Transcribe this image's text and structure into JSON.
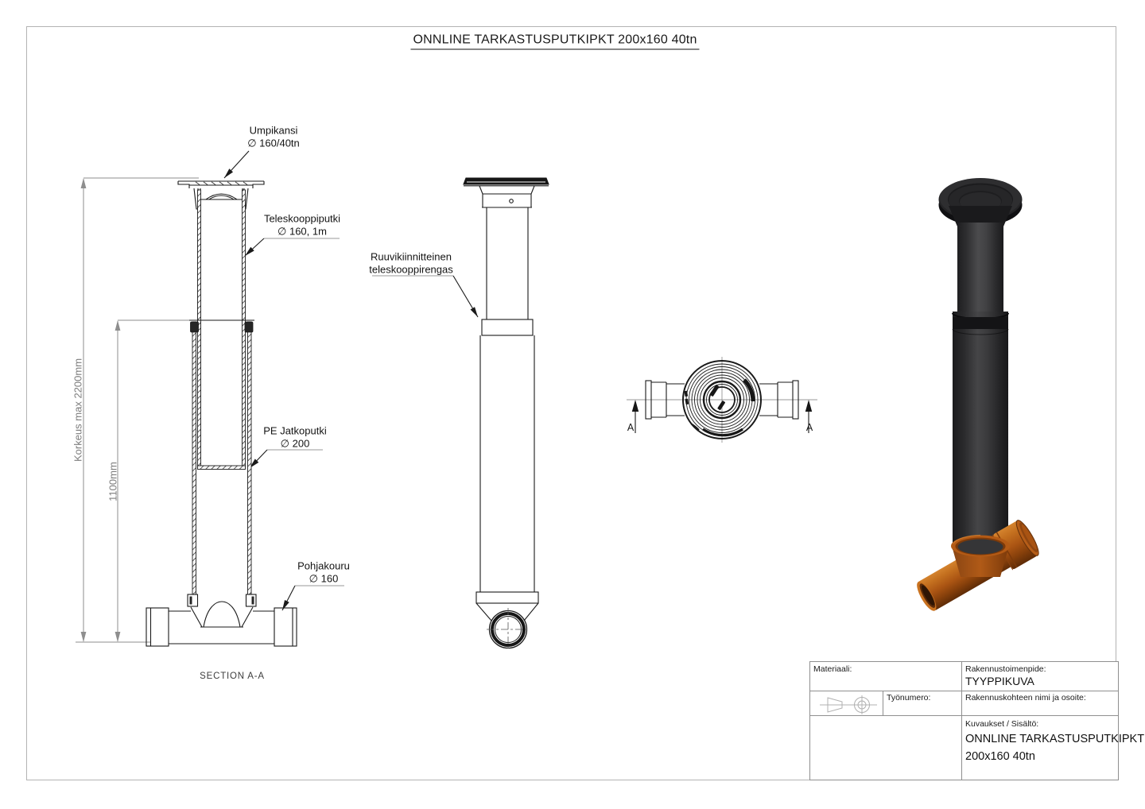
{
  "page": {
    "title": "ONNLINE TARKASTUSPUTKIPKT 200x160 40tn"
  },
  "callouts": {
    "umpikansi_line1": "Umpikansi",
    "umpikansi_line2": "∅ 160/40tn",
    "teleskooppiputki_line1": "Teleskooppiputki",
    "teleskooppiputki_line2": "∅ 160, 1m",
    "teleskooppirengas_line1": "Ruuvikiinnitteinen",
    "teleskooppirengas_line2": "teleskooppirengas",
    "pe_jatkoputki_line1": "PE Jatkoputki",
    "pe_jatkoputki_line2": "∅ 200",
    "pohjakouru_line1": "Pohjakouru",
    "pohjakouru_line2": "∅ 160"
  },
  "dimensions": {
    "max_height": "Korkeus max 2200mm",
    "telescope_extension": "1100mm"
  },
  "section": {
    "caption": "SECTION A-A",
    "cut_label_left": "A",
    "cut_label_right": "A"
  },
  "title_block": {
    "materiaali_label": "Materiaali:",
    "rakennustoimenpide_label": "Rakennustoimenpide:",
    "rakennustoimenpide_value": "TYYPPIKUVA",
    "tyonumero_label": "Työnumero:",
    "rakennuskohde_label": "Rakennuskohteen nimi ja osoite:",
    "kuvaukset_label": "Kuvaukset / Sisältö:",
    "kuvaukset_value_line1": "ONNLINE TARKASTUSPUTKIPKT",
    "kuvaukset_value_line2": "200x160 40tn"
  },
  "colors": {
    "linework": "#1a1a1a",
    "dimension_gray": "#7d7d7d",
    "frame_gray": "#b3b3b3",
    "pipe_dark_gray": "#3a3a3c",
    "tee_orange": "#b05a1a"
  }
}
